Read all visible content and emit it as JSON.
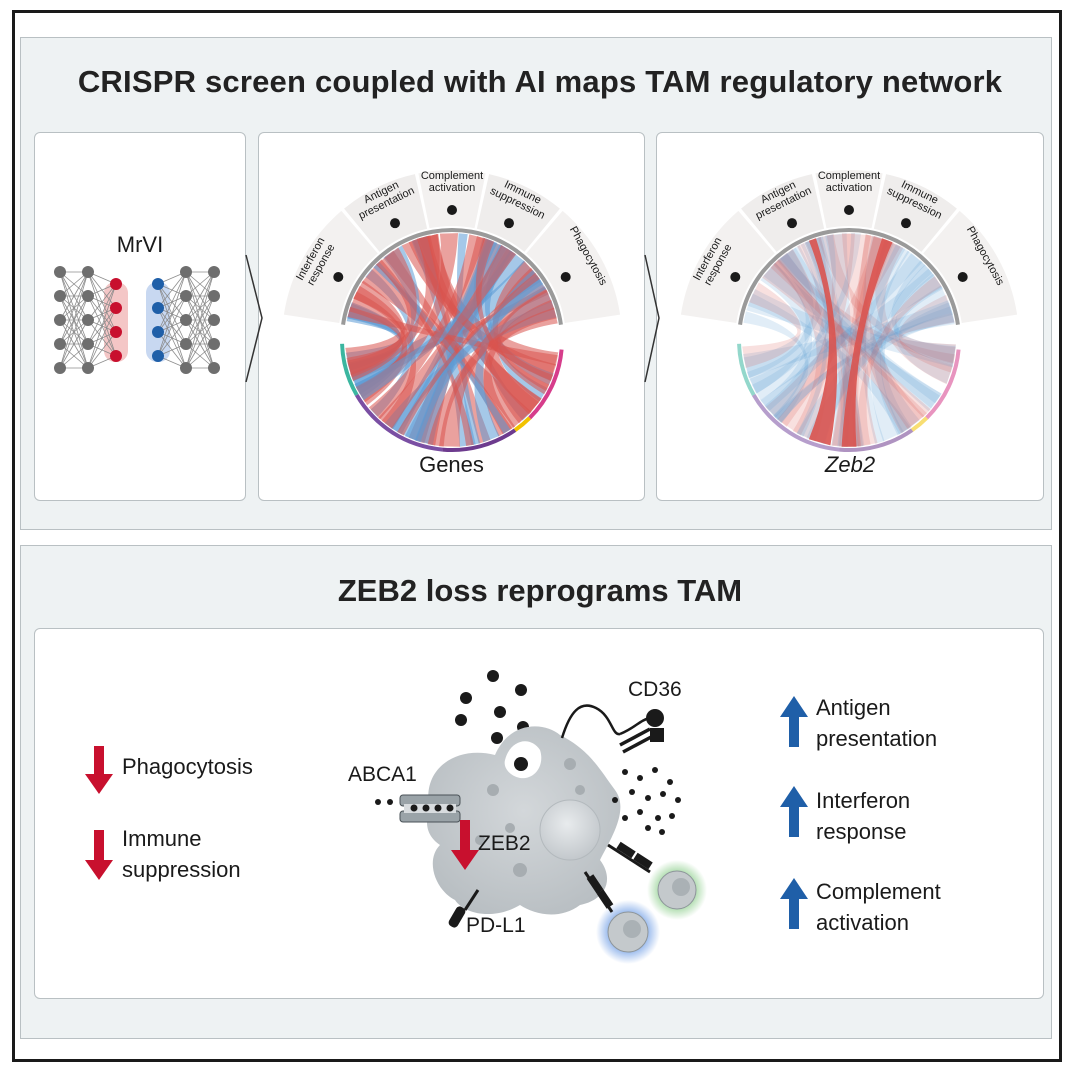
{
  "panel_top": {
    "title": "CRISPR screen coupled with AI maps TAM regulatory network",
    "model_label": "MrVI",
    "chord_genes_label": "Genes",
    "chord_zeb2_label": "Zeb2",
    "categories": [
      {
        "line1": "Interferon",
        "line2": "response"
      },
      {
        "line1": "Antigen",
        "line2": "presentation"
      },
      {
        "line1": "Complement",
        "line2": "activation"
      },
      {
        "line1": "Immune",
        "line2": "suppression"
      },
      {
        "line1": "Phagocytosis",
        "line2": ""
      }
    ]
  },
  "panel_bottom": {
    "title": "ZEB2 loss reprograms TAM",
    "down_effects": [
      {
        "line1": "Phagocytosis",
        "line2": ""
      },
      {
        "line1": "Immune",
        "line2": "suppression"
      }
    ],
    "up_effects": [
      {
        "line1": "Antigen",
        "line2": "presentation"
      },
      {
        "line1": "Interferon",
        "line2": "response"
      },
      {
        "line1": "Complement",
        "line2": "activation"
      }
    ],
    "cell_labels": {
      "cd36": "CD36",
      "abca1": "ABCA1",
      "zeb2": "ZEB2",
      "pdl1": "PD-L1"
    }
  },
  "colors": {
    "down_arrow": "#c8102e",
    "up_arrow": "#1f5fa8",
    "chord_red": "#d9534f",
    "chord_blue": "#5b9bd5",
    "cell_gray": "#c4c9cc"
  },
  "icons": [
    "network-diagram-icon",
    "chevron-right-icon",
    "macrophage-icon",
    "t-cell-icon"
  ]
}
